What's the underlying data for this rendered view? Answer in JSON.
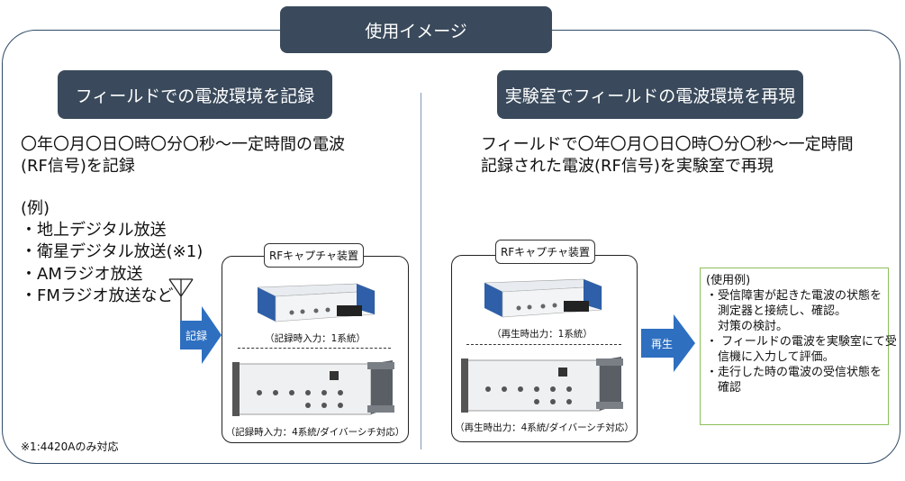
{
  "title": "使用イメージ",
  "left": {
    "header": "フィールドでの電波環境を記録",
    "desc_line1": "〇年〇月〇日〇時〇分〇秒～一定時間の電波",
    "desc_line2": "(RF信号)を記録",
    "example_heading": "(例)",
    "examples": [
      "・地上デジタル放送",
      "・衛星デジタル放送(※1)",
      "・AMラジオ放送",
      "・FMラジオ放送など"
    ],
    "arrow_label": "記録",
    "device_label": "RFキャプチャ装置",
    "caption_top": "（記録時入力：1系統）",
    "caption_bottom": "（記録時入力：4系統/ダイバーシチ対応）",
    "footnote": "※1:4420Aのみ対応"
  },
  "right": {
    "header": "実験室でフィールドの電波環境を再現",
    "desc_line1": "フィールドで〇年〇月〇日〇時〇分〇秒～一定時間",
    "desc_line2": "記録された電波(RF信号)を実験室で再現",
    "device_label": "RFキャプチャ装置",
    "caption_top": "（再生時出力：1系統）",
    "caption_bottom": "（再生時出力：4系統/ダイバーシチ対応）",
    "arrow_label": "再生",
    "usage_lines": [
      "(使用例)",
      "・受信障害が起きた電波の状態を",
      "　測定器と接続し、確認。",
      "　対策の検討。",
      "・ フィールドの電波を実験室にて受",
      "　信機に入力して評価。",
      "・走行した時の電波の受信状態を",
      "　確認"
    ]
  },
  "colors": {
    "header_bg": "#3a4a5c",
    "arrow": "#2e6fc0",
    "usage_border": "#8cbf5a",
    "frame": "#2f4a66"
  }
}
